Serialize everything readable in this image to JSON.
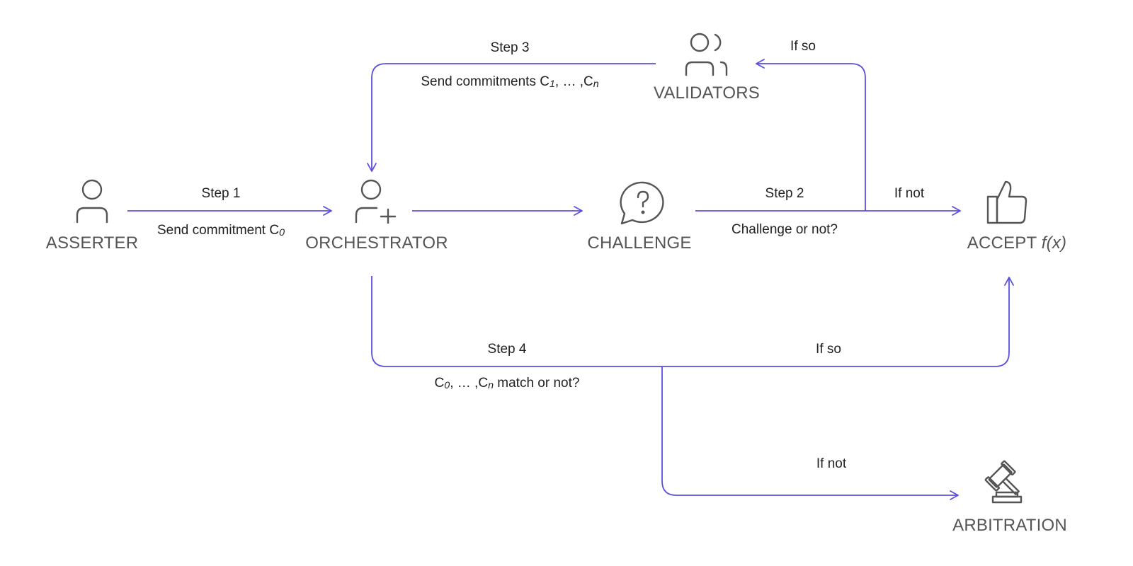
{
  "colors": {
    "arrow": "#5b4fe0",
    "icon": "#555555",
    "text": "#222222",
    "node_text": "#555555"
  },
  "nodes": {
    "asserter": {
      "label": "ASSERTER",
      "icon": "user-icon"
    },
    "orchestrator": {
      "label": "ORCHESTRATOR",
      "icon": "user-plus-icon"
    },
    "challenge": {
      "label": "CHALLENGE",
      "icon": "question-bubble-icon"
    },
    "accept": {
      "label": "ACCEPT",
      "label_fx": "f(x)",
      "icon": "thumbs-up-icon"
    },
    "validators": {
      "label": "VALIDATORS",
      "icon": "users-icon"
    },
    "arbitration": {
      "label": "ARBITRATION",
      "icon": "gavel-icon"
    }
  },
  "edges": {
    "step1": {
      "step": "Step 1",
      "desc_prefix": "Send commitment C",
      "desc_sub": "0"
    },
    "step2": {
      "step": "Step 2",
      "desc": "Challenge or not?",
      "branch_not": "If not",
      "branch_so": "If so"
    },
    "step3": {
      "step": "Step 3",
      "desc_prefix": "Send commitments C",
      "desc_sub1": "1",
      "desc_mid": ", … ,C",
      "desc_sub2": "n"
    },
    "step4": {
      "step": "Step 4",
      "desc_c": "C",
      "desc_sub1": "0",
      "desc_mid": ", … ,C",
      "desc_sub2": "n",
      "desc_suffix": " match or not?",
      "branch_so": "If so",
      "branch_not": "If not"
    }
  }
}
